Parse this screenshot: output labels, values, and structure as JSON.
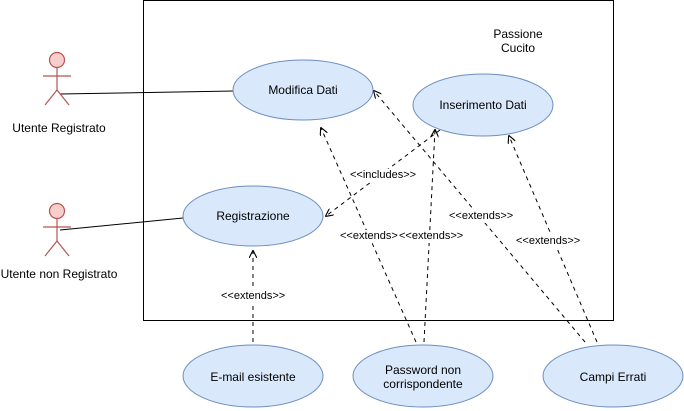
{
  "system": {
    "name": "Passione\nCucito"
  },
  "actors": [
    {
      "id": "registered",
      "label": "Utente Registrato"
    },
    {
      "id": "unregistered",
      "label": "Utente non Registrato"
    }
  ],
  "use_cases": [
    {
      "id": "modifica",
      "label": "Modifica Dati"
    },
    {
      "id": "inserimento",
      "label": "Inserimento Dati"
    },
    {
      "id": "registrazione",
      "label": "Registrazione"
    },
    {
      "id": "email",
      "label": "E-mail esistente"
    },
    {
      "id": "password",
      "label": "Password non\ncorrispondente"
    },
    {
      "id": "campi",
      "label": "Campi Errati"
    }
  ],
  "relations": [
    {
      "label": "<<includes>>"
    },
    {
      "label": "<<extends>>"
    },
    {
      "label": "<<extends>>"
    },
    {
      "label": "<<extends>>"
    },
    {
      "label": "<<extends>>"
    },
    {
      "label": "<<extends>>"
    }
  ],
  "colors": {
    "actor_fill": "#f8cecc",
    "actor_stroke": "#b85450",
    "usecase_fill": "#dae8fc",
    "usecase_stroke": "#6c8ebf",
    "line": "#000000"
  }
}
